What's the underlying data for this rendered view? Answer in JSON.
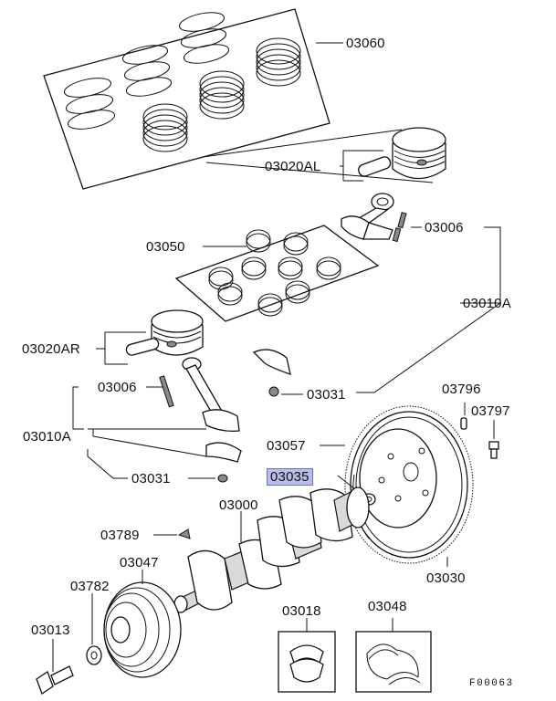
{
  "diagram": {
    "parts": [
      {
        "id": "03060",
        "label": "03060",
        "highlighted": false
      },
      {
        "id": "03020AL",
        "label": "03020AL",
        "highlighted": false
      },
      {
        "id": "03006-top",
        "label": "03006",
        "highlighted": false
      },
      {
        "id": "03050",
        "label": "03050",
        "highlighted": false
      },
      {
        "id": "03010A-right",
        "label": "03010A",
        "highlighted": false
      },
      {
        "id": "03020AR",
        "label": "03020AR",
        "highlighted": false
      },
      {
        "id": "03006-left",
        "label": "03006",
        "highlighted": false
      },
      {
        "id": "03031-right",
        "label": "03031",
        "highlighted": false
      },
      {
        "id": "03796",
        "label": "03796",
        "highlighted": false
      },
      {
        "id": "03797",
        "label": "03797",
        "highlighted": false
      },
      {
        "id": "03010A-left",
        "label": "03010A",
        "highlighted": false
      },
      {
        "id": "03057",
        "label": "03057",
        "highlighted": false
      },
      {
        "id": "03035",
        "label": "03035",
        "highlighted": true
      },
      {
        "id": "03031-left",
        "label": "03031",
        "highlighted": false
      },
      {
        "id": "03000",
        "label": "03000",
        "highlighted": false
      },
      {
        "id": "03789",
        "label": "03789",
        "highlighted": false
      },
      {
        "id": "03047",
        "label": "03047",
        "highlighted": false
      },
      {
        "id": "03782",
        "label": "03782",
        "highlighted": false
      },
      {
        "id": "03030",
        "label": "03030",
        "highlighted": false
      },
      {
        "id": "03018",
        "label": "03018",
        "highlighted": false
      },
      {
        "id": "03048",
        "label": "03048",
        "highlighted": false
      },
      {
        "id": "03013",
        "label": "03013",
        "highlighted": false
      }
    ],
    "figure_code": "F00063",
    "highlight_color": "#b9bde8"
  }
}
